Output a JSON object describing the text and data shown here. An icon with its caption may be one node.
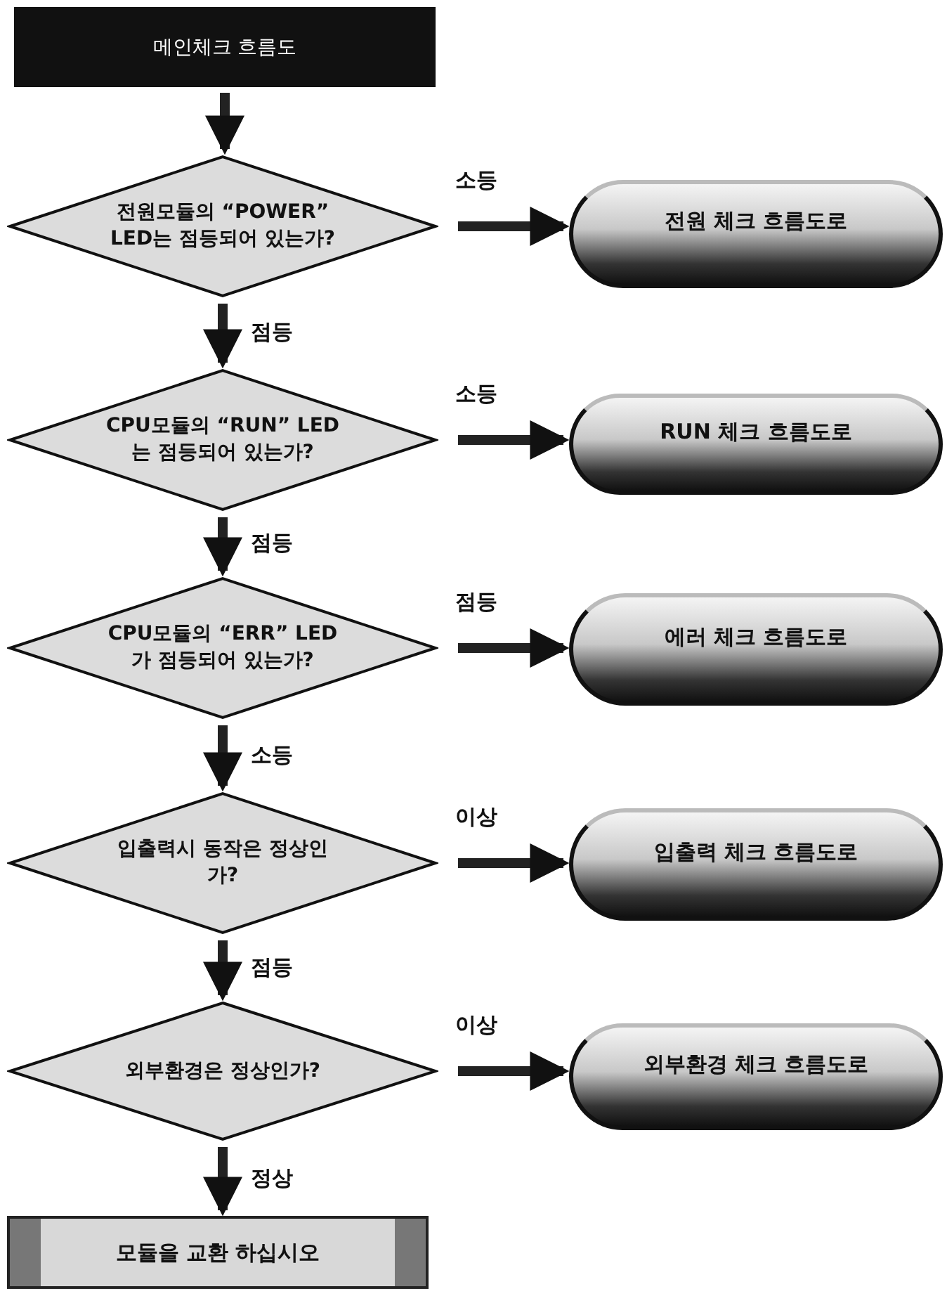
{
  "diagram": {
    "nodes": [
      {
        "text": [
          "메인체크 흐름도"
        ]
      },
      {
        "text": [
          "전원모듈의 “POWER” LED는 점등되어 있는가?"
        ]
      },
      {
        "text": [
          "전원 체크 흐름도로"
        ]
      },
      {
        "text": [
          "CPU모듈의 “RUN” LED는 점등되어 있는가?"
        ]
      },
      {
        "text": [
          "RUN 체크 흐름도로"
        ]
      },
      {
        "text": [
          "CPU모듈의 “ERR” LED가 점등되어 있는가?"
        ]
      },
      {
        "text": [
          "에러 체크 흐름도로"
        ]
      },
      {
        "text": [
          "입출력시 동작은 정상인가?"
        ]
      },
      {
        "text": [
          "입출력 체크 흐름도로"
        ]
      },
      {
        "text": [
          "외부환경은 정상인가?"
        ]
      },
      {
        "text": [
          "외부환경 체크 흐름도로"
        ]
      },
      {
        "text": [
          "모듈을 교환 하십시오"
        ]
      }
    ],
    "edges": [
      {
        "from": 0,
        "to": 1,
        "arrow": "to"
      },
      {
        "from": 1,
        "to": 2,
        "arrow": "to",
        "label": "소등"
      },
      {
        "from": 1,
        "to": 3,
        "arrow": "to",
        "label": "점등"
      },
      {
        "from": 3,
        "to": 4,
        "arrow": "to",
        "label": "소등"
      },
      {
        "from": 3,
        "to": 5,
        "arrow": "to",
        "label": "점등"
      },
      {
        "from": 5,
        "to": 6,
        "arrow": "to",
        "label": "점등"
      },
      {
        "from": 5,
        "to": 7,
        "arrow": "to",
        "label": "소등"
      },
      {
        "from": 7,
        "to": 8,
        "arrow": "to",
        "label": "이상"
      },
      {
        "from": 7,
        "to": 9,
        "arrow": "to",
        "label": "점등"
      },
      {
        "from": 9,
        "to": 10,
        "arrow": "to",
        "label": "이상"
      },
      {
        "from": 9,
        "to": 11,
        "arrow": "to",
        "label": "정상"
      }
    ]
  }
}
